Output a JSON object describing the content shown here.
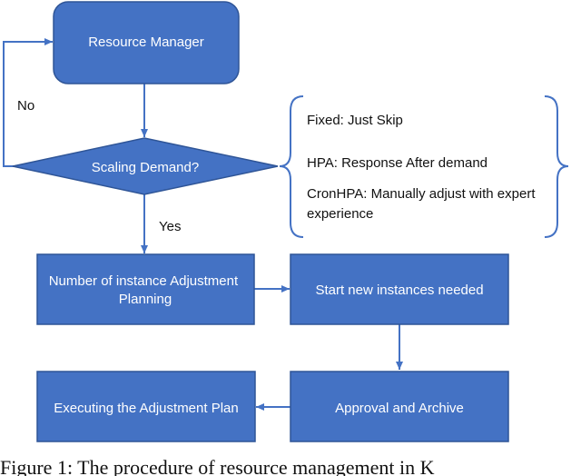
{
  "colors": {
    "node_fill": "#4472C4",
    "node_stroke": "#2F5597",
    "edge": "#4472C4",
    "brace": "#4472C4",
    "node_text": "#ffffff"
  },
  "nodes": {
    "resource_manager": {
      "label": "Resource Manager",
      "shape": "rounded-rect"
    },
    "scaling_demand": {
      "label": "Scaling Demand?",
      "shape": "diamond"
    },
    "adjustment_planning": {
      "lines": [
        "Number of instance Adjustment",
        "Planning"
      ],
      "shape": "rect"
    },
    "start_instances": {
      "label": "Start new instances needed",
      "shape": "rect"
    },
    "approval_archive": {
      "label": "Approval and Archive",
      "shape": "rect"
    },
    "executing_plan": {
      "label": "Executing the Adjustment Plan",
      "shape": "rect"
    }
  },
  "edges": {
    "no_label": "No",
    "yes_label": "Yes"
  },
  "note": {
    "line1": "Fixed: Just Skip",
    "line2": "HPA: Response After demand",
    "line3a": "CronHPA: Manually adjust with expert",
    "line3b": "experience"
  },
  "caption": "Figure 1: The procedure of resource management in K"
}
